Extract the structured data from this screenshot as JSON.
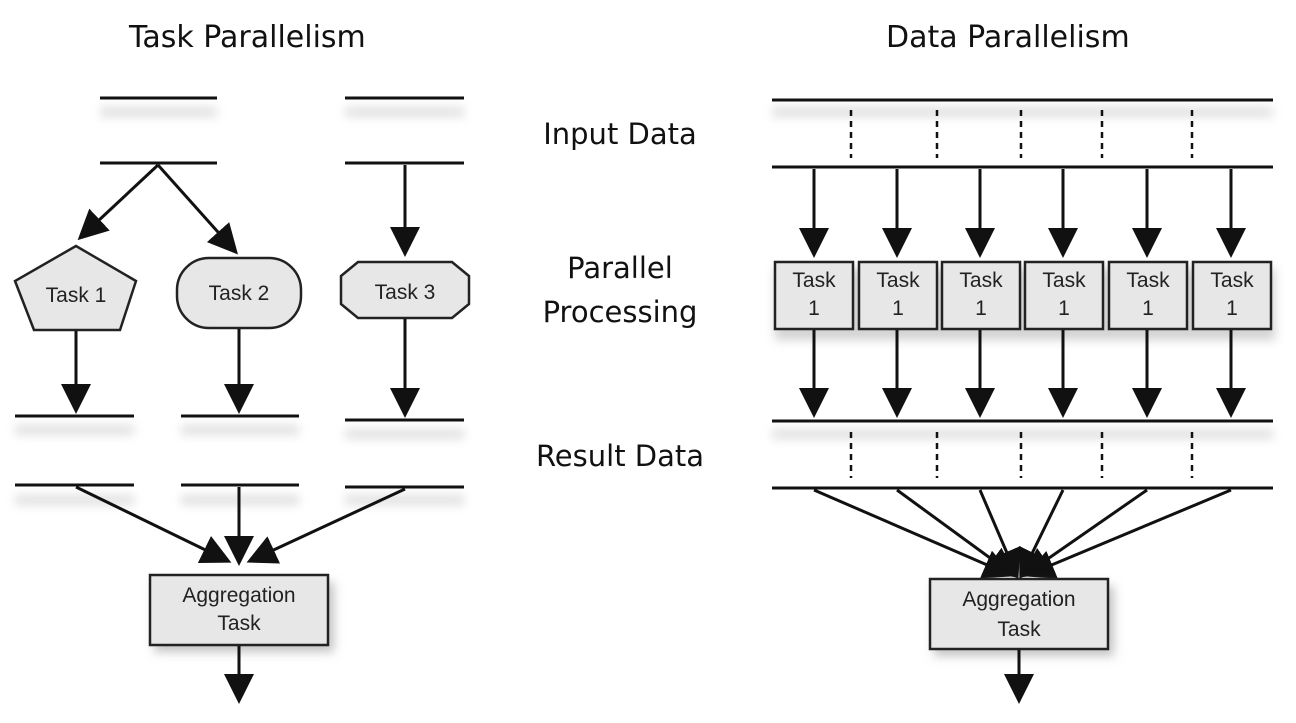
{
  "titles": {
    "left": "Task Parallelism",
    "right": "Data Parallelism"
  },
  "labels": {
    "input": "Input Data",
    "parallel_line1": "Parallel",
    "parallel_line2": "Processing",
    "result": "Result Data"
  },
  "task_parallel": {
    "tasks": [
      "Task 1",
      "Task 2",
      "Task 3"
    ],
    "aggregation_line1": "Aggregation",
    "aggregation_line2": "Task"
  },
  "data_parallel": {
    "tasks": [
      {
        "line1": "Task",
        "line2": "1"
      },
      {
        "line1": "Task",
        "line2": "1"
      },
      {
        "line1": "Task",
        "line2": "1"
      },
      {
        "line1": "Task",
        "line2": "1"
      },
      {
        "line1": "Task",
        "line2": "1"
      },
      {
        "line1": "Task",
        "line2": "1"
      }
    ],
    "aggregation_line1": "Aggregation",
    "aggregation_line2": "Task"
  }
}
